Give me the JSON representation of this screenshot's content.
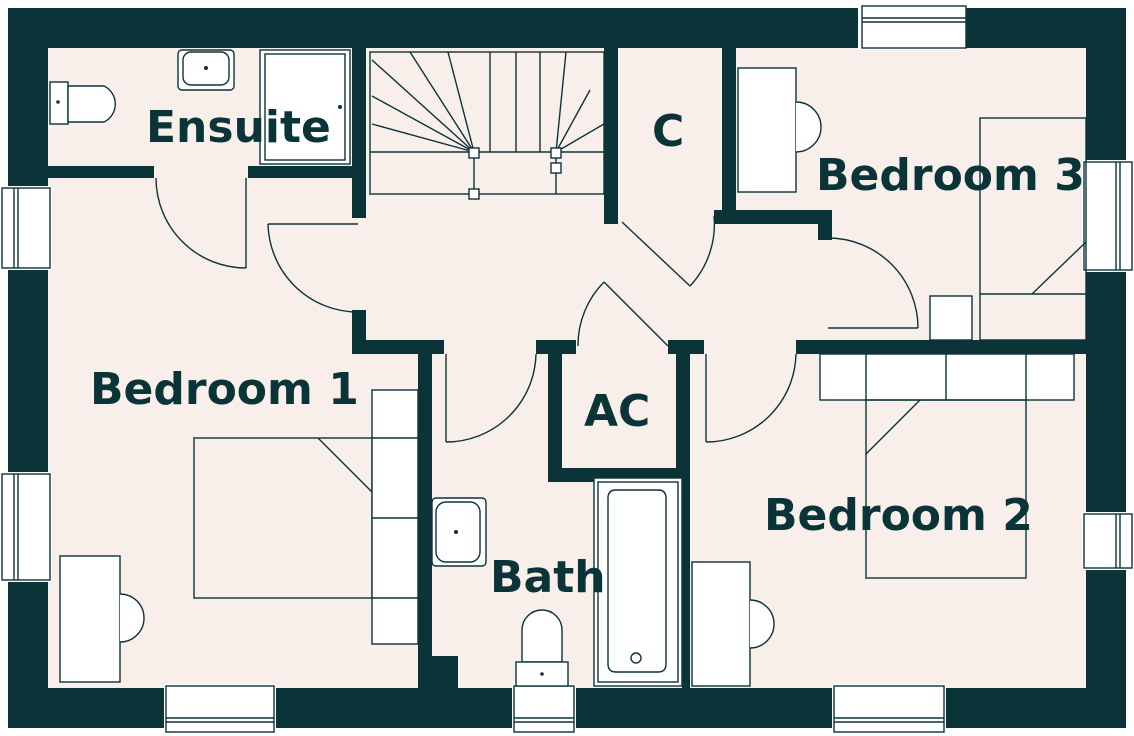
{
  "rooms": {
    "ensuite": "Ensuite",
    "cupboard": "C",
    "bedroom3": "Bedroom 3",
    "bedroom1": "Bedroom 1",
    "airing_cupboard": "AC",
    "bedroom2": "Bedroom 2",
    "bath": "Bath"
  },
  "colors": {
    "wall": "#0b3438",
    "floor": "#f8efeb",
    "fixture": "#ffffff"
  }
}
